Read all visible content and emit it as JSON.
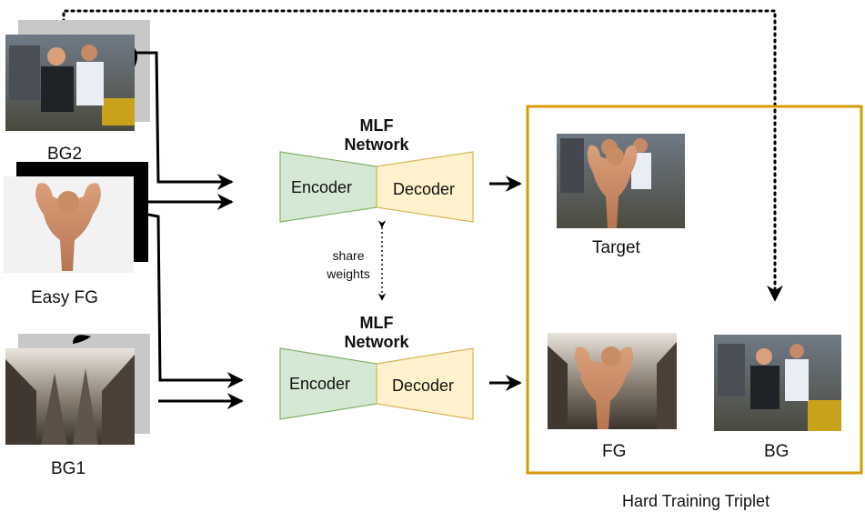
{
  "inputs": {
    "bg2_label": "BG2",
    "easy_fg_label": "Easy FG",
    "bg1_label": "BG1"
  },
  "network_top": {
    "title_line1": "MLF",
    "title_line2": "Network",
    "encoder": "Encoder",
    "decoder": "Decoder"
  },
  "network_bottom": {
    "title_line1": "MLF",
    "title_line2": "Network",
    "encoder": "Encoder",
    "decoder": "Decoder"
  },
  "share": {
    "line1": "share",
    "line2": "weights"
  },
  "triplet": {
    "target_label": "Target",
    "fg_label": "FG",
    "bg_label": "BG",
    "caption": "Hard Training Triplet"
  },
  "colors": {
    "encoder_fill": "#d5e8d4",
    "encoder_stroke": "#82b366",
    "decoder_fill": "#fff2cc",
    "decoder_stroke": "#d6b656",
    "triplet_border": "#d79b00"
  }
}
